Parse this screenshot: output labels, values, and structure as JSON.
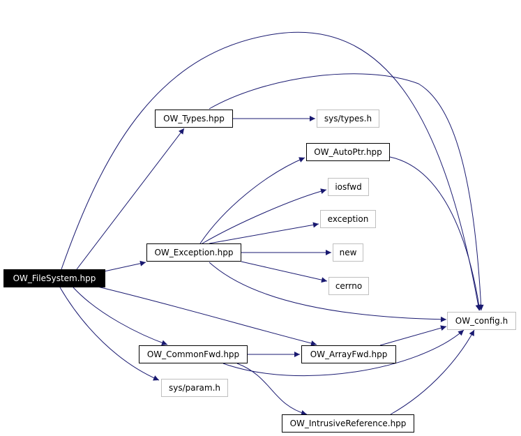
{
  "diagram": {
    "colors": {
      "edge": "#191970",
      "node_border": "#000000",
      "external_border": "#bfbfbf",
      "root_fill": "#000000",
      "root_text": "#ffffff"
    },
    "nodes": [
      {
        "id": "filesystem",
        "label": "OW_FileSystem.hpp",
        "kind": "root"
      },
      {
        "id": "types",
        "label": "OW_Types.hpp",
        "kind": "doc"
      },
      {
        "id": "systypes",
        "label": "sys/types.h",
        "kind": "ext"
      },
      {
        "id": "autoptr",
        "label": "OW_AutoPtr.hpp",
        "kind": "doc"
      },
      {
        "id": "iosfwd",
        "label": "iosfwd",
        "kind": "ext"
      },
      {
        "id": "exceptionh",
        "label": "exception",
        "kind": "ext"
      },
      {
        "id": "exceptionhpp",
        "label": "OW_Exception.hpp",
        "kind": "doc"
      },
      {
        "id": "new",
        "label": "new",
        "kind": "ext"
      },
      {
        "id": "cerrno",
        "label": "cerrno",
        "kind": "ext"
      },
      {
        "id": "config",
        "label": "OW_config.h",
        "kind": "ext"
      },
      {
        "id": "commonfwd",
        "label": "OW_CommonFwd.hpp",
        "kind": "doc"
      },
      {
        "id": "arrayfwd",
        "label": "OW_ArrayFwd.hpp",
        "kind": "doc"
      },
      {
        "id": "sysparam",
        "label": "sys/param.h",
        "kind": "ext"
      },
      {
        "id": "intrusive",
        "label": "OW_IntrusiveReference.hpp",
        "kind": "doc"
      }
    ],
    "edges": [
      {
        "from": "filesystem",
        "to": "config"
      },
      {
        "from": "filesystem",
        "to": "types"
      },
      {
        "from": "filesystem",
        "to": "exceptionhpp"
      },
      {
        "from": "filesystem",
        "to": "arrayfwd"
      },
      {
        "from": "filesystem",
        "to": "commonfwd"
      },
      {
        "from": "filesystem",
        "to": "sysparam"
      },
      {
        "from": "types",
        "to": "systypes"
      },
      {
        "from": "types",
        "to": "config"
      },
      {
        "from": "exceptionhpp",
        "to": "autoptr"
      },
      {
        "from": "exceptionhpp",
        "to": "iosfwd"
      },
      {
        "from": "exceptionhpp",
        "to": "exceptionh"
      },
      {
        "from": "exceptionhpp",
        "to": "new"
      },
      {
        "from": "exceptionhpp",
        "to": "cerrno"
      },
      {
        "from": "exceptionhpp",
        "to": "config"
      },
      {
        "from": "autoptr",
        "to": "config"
      },
      {
        "from": "commonfwd",
        "to": "arrayfwd"
      },
      {
        "from": "commonfwd",
        "to": "config"
      },
      {
        "from": "commonfwd",
        "to": "intrusive"
      },
      {
        "from": "arrayfwd",
        "to": "config"
      },
      {
        "from": "intrusive",
        "to": "config"
      }
    ]
  }
}
